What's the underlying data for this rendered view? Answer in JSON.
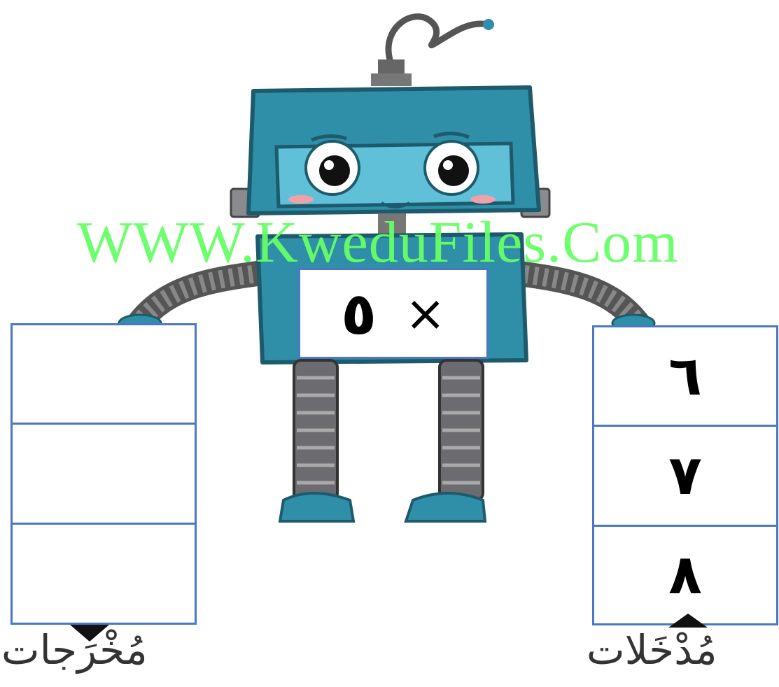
{
  "operation": {
    "symbol": "×",
    "number": "٥"
  },
  "inputs": {
    "label": "مُدْخَلات",
    "values": [
      "٦",
      "٧",
      "٨"
    ]
  },
  "outputs": {
    "label": "مُخْرَجات",
    "values": [
      "",
      "",
      ""
    ]
  },
  "watermark": "WWW.KweduFiles.Com",
  "colors": {
    "robot_body": "#2f8fa8",
    "robot_body_dark": "#1f6f86",
    "robot_face": "#5fc0d8",
    "metal": "#6b6b70",
    "box_border": "#4a78c2",
    "watermark": "#66ff66"
  }
}
